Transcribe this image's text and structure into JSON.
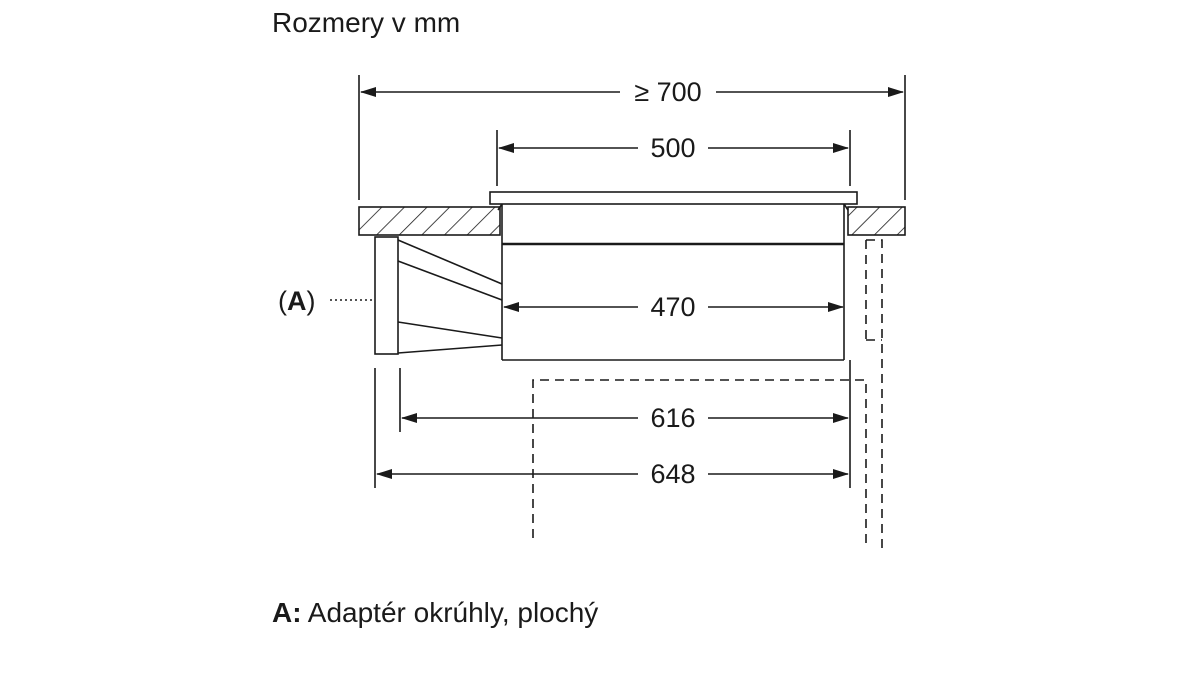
{
  "title": "Rozmery v mm",
  "dimensions": {
    "total_width": "≥ 700",
    "hob_width": "500",
    "inner_width": "470",
    "adapter_width": "616",
    "overall_depth": "648"
  },
  "callout": {
    "open": "(",
    "key": "A",
    "close": ")"
  },
  "legend": {
    "key": "A:",
    "text": " Adaptér okrúhly, plochý"
  },
  "colors": {
    "line": "#1a1a1a",
    "background": "#ffffff"
  }
}
